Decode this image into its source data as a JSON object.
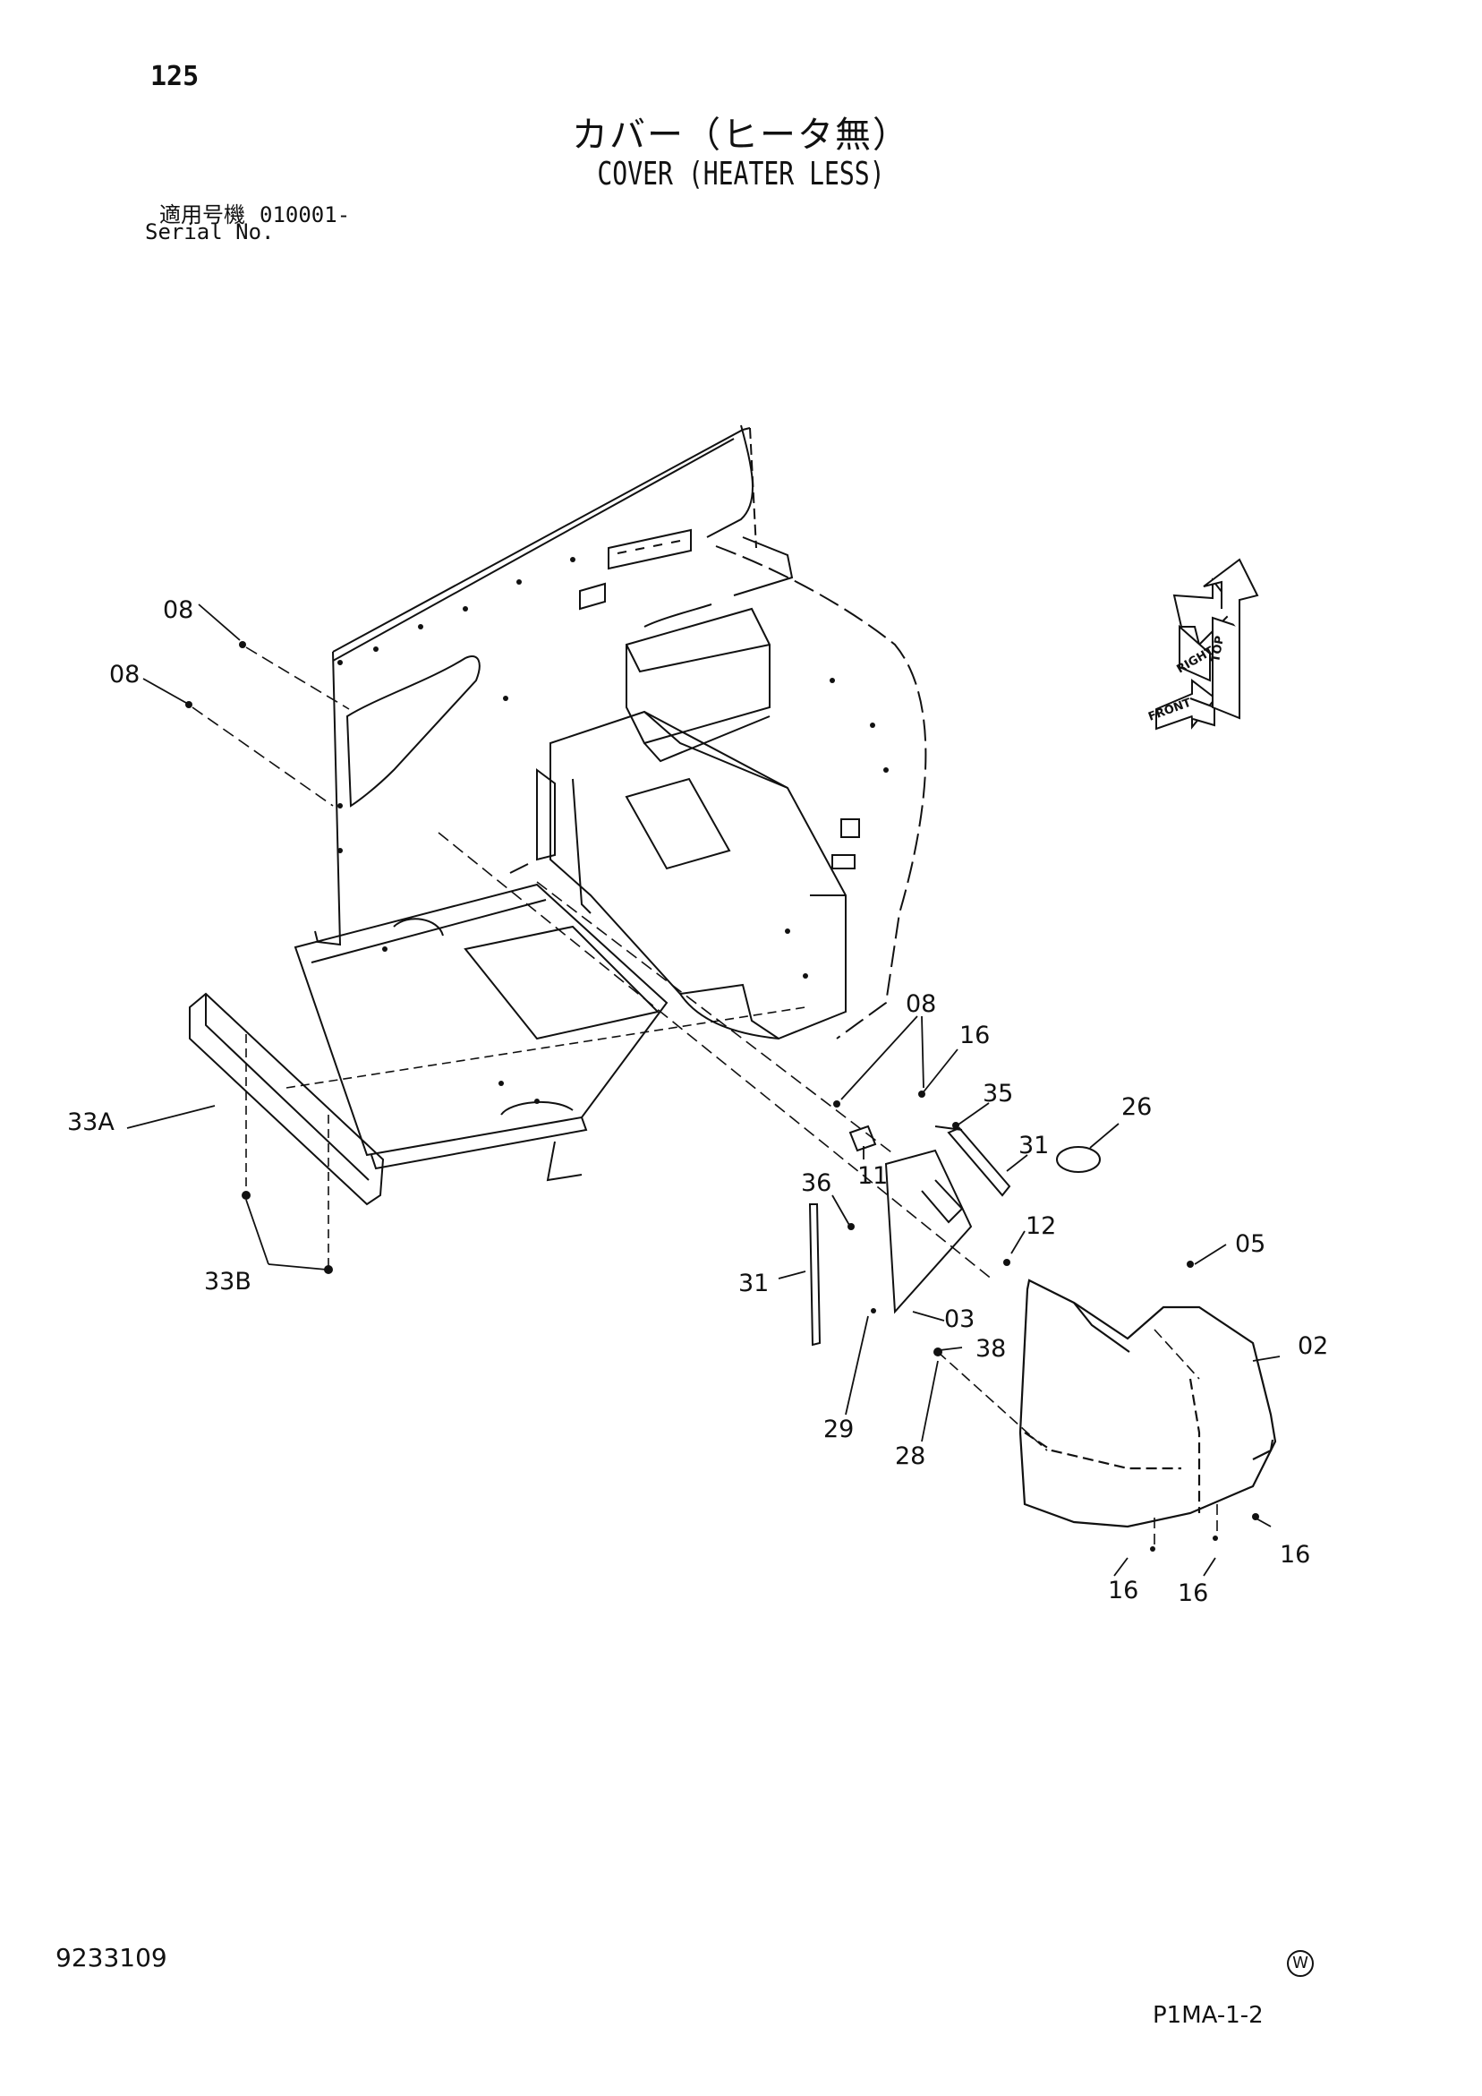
{
  "page": {
    "number": "125"
  },
  "title": {
    "japanese": "カバー（ヒータ無）",
    "english": "COVER (HEATER LESS)"
  },
  "serial": {
    "label_jp": "適用号機",
    "value": "010001-",
    "label_en": "Serial No."
  },
  "direction_indicator": {
    "top": "TOP",
    "right": "RIGHT",
    "front": "FRONT"
  },
  "callouts": {
    "c08_a": "08",
    "c08_b": "08",
    "c08_c": "08",
    "c16_a": "16",
    "c16_b": "16",
    "c16_c": "16",
    "c16_d": "16",
    "c35": "35",
    "c26": "26",
    "c31_a": "31",
    "c31_b": "31",
    "c11": "11",
    "c36": "36",
    "c12": "12",
    "c05": "05",
    "c03": "03",
    "c02": "02",
    "c38": "38",
    "c29": "29",
    "c28": "28",
    "c33a": "33A",
    "c33b": "33B"
  },
  "footer": {
    "doc_id": "9233109",
    "mark": "W",
    "figure_code": "P1MA-1-2"
  }
}
